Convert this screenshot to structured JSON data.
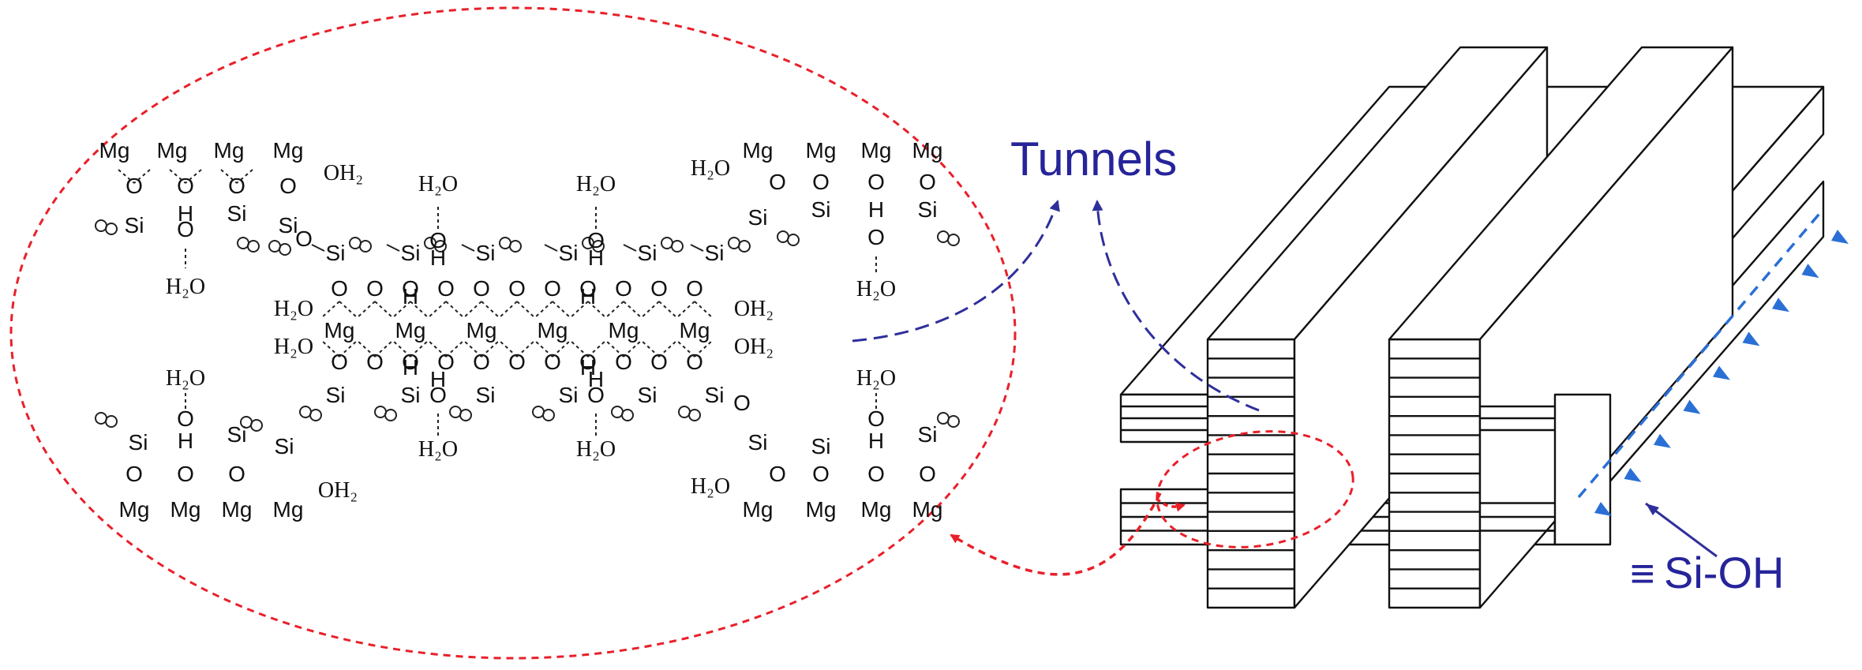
{
  "labels": {
    "tunnels": "Tunnels",
    "silanol": "Si-OH",
    "silanol_prefix": "≡"
  },
  "chemistry": {
    "mg": "Mg",
    "si": "Si",
    "o": "O",
    "h": "H",
    "oo": "O",
    "h2o": "H₂O",
    "oh2": "OH₂"
  },
  "colors": {
    "ellipse_dashed": "#e8202a",
    "arrow_blue": "#2f2f9c",
    "edge_blue": "#2a6fd6",
    "label_blue": "#26249a",
    "line": "#111111"
  }
}
